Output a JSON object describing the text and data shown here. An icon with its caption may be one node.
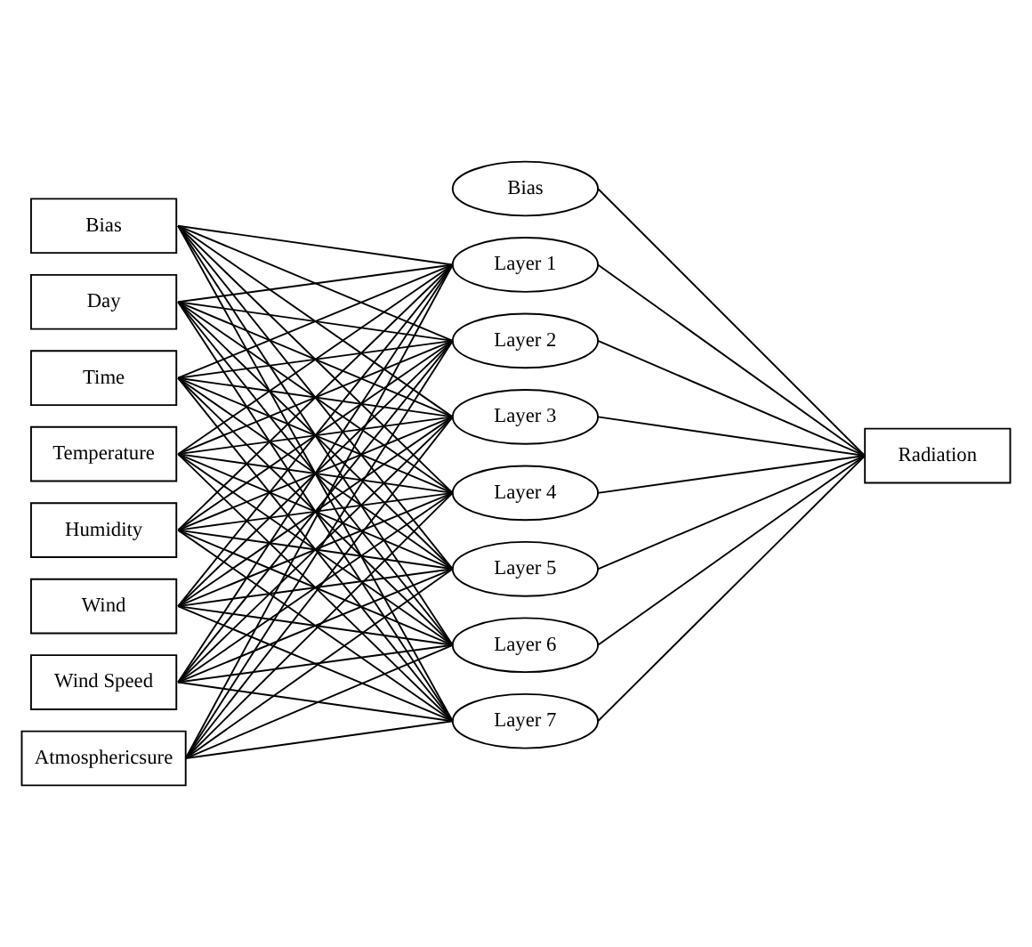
{
  "diagram": {
    "nodes": [
      {
        "text": [
          "Bias"
        ]
      },
      {
        "text": [
          "Day"
        ]
      },
      {
        "text": [
          "Time"
        ]
      },
      {
        "text": [
          "Temperature"
        ]
      },
      {
        "text": [
          "Humidity"
        ]
      },
      {
        "text": [
          "Wind"
        ]
      },
      {
        "text": [
          "Wind Speed"
        ]
      },
      {
        "text": [
          "Atmosphericsure"
        ]
      },
      {
        "text": [
          "Bias"
        ]
      },
      {
        "text": [
          "Layer 1"
        ]
      },
      {
        "text": [
          "Layer 2"
        ]
      },
      {
        "text": [
          "Layer 3"
        ]
      },
      {
        "text": [
          "Layer 4"
        ]
      },
      {
        "text": [
          "Layer 5"
        ]
      },
      {
        "text": [
          "Layer 6"
        ]
      },
      {
        "text": [
          "Layer 7"
        ]
      },
      {
        "text": [
          "Radiation"
        ]
      }
    ],
    "edges": [
      {
        "from": 0,
        "to": 9,
        "arrow": "none"
      },
      {
        "from": 0,
        "to": 10,
        "arrow": "none"
      },
      {
        "from": 0,
        "to": 11,
        "arrow": "none"
      },
      {
        "from": 0,
        "to": 12,
        "arrow": "none"
      },
      {
        "from": 0,
        "to": 13,
        "arrow": "none"
      },
      {
        "from": 0,
        "to": 14,
        "arrow": "none"
      },
      {
        "from": 0,
        "to": 15,
        "arrow": "none"
      },
      {
        "from": 1,
        "to": 9,
        "arrow": "none"
      },
      {
        "from": 1,
        "to": 10,
        "arrow": "none"
      },
      {
        "from": 1,
        "to": 11,
        "arrow": "none"
      },
      {
        "from": 1,
        "to": 12,
        "arrow": "none"
      },
      {
        "from": 1,
        "to": 13,
        "arrow": "none"
      },
      {
        "from": 1,
        "to": 14,
        "arrow": "none"
      },
      {
        "from": 1,
        "to": 15,
        "arrow": "none"
      },
      {
        "from": 2,
        "to": 9,
        "arrow": "none"
      },
      {
        "from": 2,
        "to": 10,
        "arrow": "none"
      },
      {
        "from": 2,
        "to": 11,
        "arrow": "none"
      },
      {
        "from": 2,
        "to": 12,
        "arrow": "none"
      },
      {
        "from": 2,
        "to": 13,
        "arrow": "none"
      },
      {
        "from": 2,
        "to": 14,
        "arrow": "none"
      },
      {
        "from": 2,
        "to": 15,
        "arrow": "none"
      },
      {
        "from": 3,
        "to": 9,
        "arrow": "none"
      },
      {
        "from": 3,
        "to": 10,
        "arrow": "none"
      },
      {
        "from": 3,
        "to": 11,
        "arrow": "none"
      },
      {
        "from": 3,
        "to": 12,
        "arrow": "none"
      },
      {
        "from": 3,
        "to": 13,
        "arrow": "none"
      },
      {
        "from": 3,
        "to": 14,
        "arrow": "none"
      },
      {
        "from": 3,
        "to": 15,
        "arrow": "none"
      },
      {
        "from": 4,
        "to": 9,
        "arrow": "none"
      },
      {
        "from": 4,
        "to": 10,
        "arrow": "none"
      },
      {
        "from": 4,
        "to": 11,
        "arrow": "none"
      },
      {
        "from": 4,
        "to": 12,
        "arrow": "none"
      },
      {
        "from": 4,
        "to": 13,
        "arrow": "none"
      },
      {
        "from": 4,
        "to": 14,
        "arrow": "none"
      },
      {
        "from": 4,
        "to": 15,
        "arrow": "none"
      },
      {
        "from": 5,
        "to": 9,
        "arrow": "none"
      },
      {
        "from": 5,
        "to": 10,
        "arrow": "none"
      },
      {
        "from": 5,
        "to": 11,
        "arrow": "none"
      },
      {
        "from": 5,
        "to": 12,
        "arrow": "none"
      },
      {
        "from": 5,
        "to": 13,
        "arrow": "none"
      },
      {
        "from": 5,
        "to": 14,
        "arrow": "none"
      },
      {
        "from": 5,
        "to": 15,
        "arrow": "none"
      },
      {
        "from": 6,
        "to": 9,
        "arrow": "none"
      },
      {
        "from": 6,
        "to": 10,
        "arrow": "none"
      },
      {
        "from": 6,
        "to": 11,
        "arrow": "none"
      },
      {
        "from": 6,
        "to": 12,
        "arrow": "none"
      },
      {
        "from": 6,
        "to": 13,
        "arrow": "none"
      },
      {
        "from": 6,
        "to": 14,
        "arrow": "none"
      },
      {
        "from": 6,
        "to": 15,
        "arrow": "none"
      },
      {
        "from": 7,
        "to": 9,
        "arrow": "none"
      },
      {
        "from": 7,
        "to": 10,
        "arrow": "none"
      },
      {
        "from": 7,
        "to": 11,
        "arrow": "none"
      },
      {
        "from": 7,
        "to": 12,
        "arrow": "none"
      },
      {
        "from": 7,
        "to": 13,
        "arrow": "none"
      },
      {
        "from": 7,
        "to": 14,
        "arrow": "none"
      },
      {
        "from": 7,
        "to": 15,
        "arrow": "none"
      },
      {
        "from": 8,
        "to": 16,
        "arrow": "none"
      },
      {
        "from": 9,
        "to": 16,
        "arrow": "none"
      },
      {
        "from": 10,
        "to": 16,
        "arrow": "none"
      },
      {
        "from": 11,
        "to": 16,
        "arrow": "none"
      },
      {
        "from": 12,
        "to": 16,
        "arrow": "none"
      },
      {
        "from": 13,
        "to": 16,
        "arrow": "none"
      },
      {
        "from": 14,
        "to": 16,
        "arrow": "none"
      },
      {
        "from": 15,
        "to": 16,
        "arrow": "none"
      }
    ]
  }
}
